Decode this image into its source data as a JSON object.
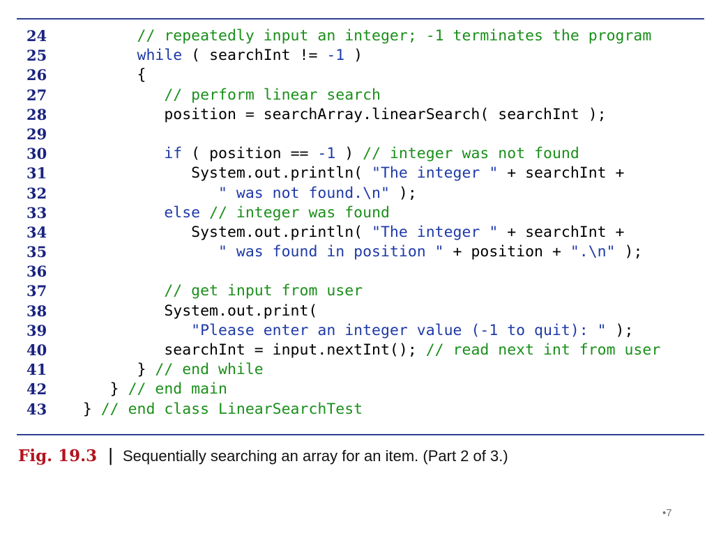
{
  "code": {
    "lines": [
      {
        "n": "24",
        "tokens": [
          {
            "t": "         "
          },
          {
            "t": "// repeatedly input an integer; -1 terminates the program",
            "c": "cm"
          }
        ]
      },
      {
        "n": "25",
        "tokens": [
          {
            "t": "         "
          },
          {
            "t": "while",
            "c": "kw"
          },
          {
            "t": " ( searchInt != "
          },
          {
            "t": "-1",
            "c": "num"
          },
          {
            "t": " )"
          }
        ]
      },
      {
        "n": "26",
        "tokens": [
          {
            "t": "         {"
          }
        ]
      },
      {
        "n": "27",
        "tokens": [
          {
            "t": "            "
          },
          {
            "t": "// perform linear search",
            "c": "cm"
          }
        ]
      },
      {
        "n": "28",
        "tokens": [
          {
            "t": "            position = searchArray.linearSearch( searchInt );"
          }
        ]
      },
      {
        "n": "29",
        "tokens": []
      },
      {
        "n": "30",
        "tokens": [
          {
            "t": "            "
          },
          {
            "t": "if",
            "c": "kw"
          },
          {
            "t": " ( position == "
          },
          {
            "t": "-1",
            "c": "num"
          },
          {
            "t": " ) "
          },
          {
            "t": "// integer was not found",
            "c": "cm"
          }
        ]
      },
      {
        "n": "31",
        "tokens": [
          {
            "t": "               System.out.println( "
          },
          {
            "t": "\"The integer \"",
            "c": "str"
          },
          {
            "t": " + searchInt +"
          }
        ]
      },
      {
        "n": "32",
        "tokens": [
          {
            "t": "                  "
          },
          {
            "t": "\" was not found.\\n\"",
            "c": "str"
          },
          {
            "t": " );"
          }
        ]
      },
      {
        "n": "33",
        "tokens": [
          {
            "t": "            "
          },
          {
            "t": "else",
            "c": "kw"
          },
          {
            "t": " "
          },
          {
            "t": "// integer was found",
            "c": "cm"
          }
        ]
      },
      {
        "n": "34",
        "tokens": [
          {
            "t": "               System.out.println( "
          },
          {
            "t": "\"The integer \"",
            "c": "str"
          },
          {
            "t": " + searchInt +"
          }
        ]
      },
      {
        "n": "35",
        "tokens": [
          {
            "t": "                  "
          },
          {
            "t": "\" was found in position \"",
            "c": "str"
          },
          {
            "t": " + position + "
          },
          {
            "t": "\".\\n\"",
            "c": "str"
          },
          {
            "t": " );"
          }
        ]
      },
      {
        "n": "36",
        "tokens": []
      },
      {
        "n": "37",
        "tokens": [
          {
            "t": "            "
          },
          {
            "t": "// get input from user",
            "c": "cm"
          }
        ]
      },
      {
        "n": "38",
        "tokens": [
          {
            "t": "            System.out.print("
          }
        ]
      },
      {
        "n": "39",
        "tokens": [
          {
            "t": "               "
          },
          {
            "t": "\"Please enter an integer value (-1 to quit): \"",
            "c": "str"
          },
          {
            "t": " );"
          }
        ]
      },
      {
        "n": "40",
        "tokens": [
          {
            "t": "            searchInt = input.nextInt(); "
          },
          {
            "t": "// read next int from user",
            "c": "cm"
          }
        ]
      },
      {
        "n": "41",
        "tokens": [
          {
            "t": "         } "
          },
          {
            "t": "// end while",
            "c": "cm"
          }
        ]
      },
      {
        "n": "42",
        "tokens": [
          {
            "t": "      } "
          },
          {
            "t": "// end main",
            "c": "cm"
          }
        ]
      },
      {
        "n": "43",
        "tokens": [
          {
            "t": "   } "
          },
          {
            "t": "// end class LinearSearchTest",
            "c": "cm"
          }
        ]
      }
    ]
  },
  "caption": {
    "label": "Fig. 19.3",
    "separator": "|",
    "text": "Sequentially searching an array for an item. (Part 2 of 3.)"
  },
  "page_number": "•7",
  "colors": {
    "keyword": "#1f3aa7",
    "comment": "#1a8f1a",
    "string": "#1f3aa7",
    "line_number": "#1a237e",
    "figure_label": "#b3141f",
    "rule": "#2e3f8f"
  }
}
